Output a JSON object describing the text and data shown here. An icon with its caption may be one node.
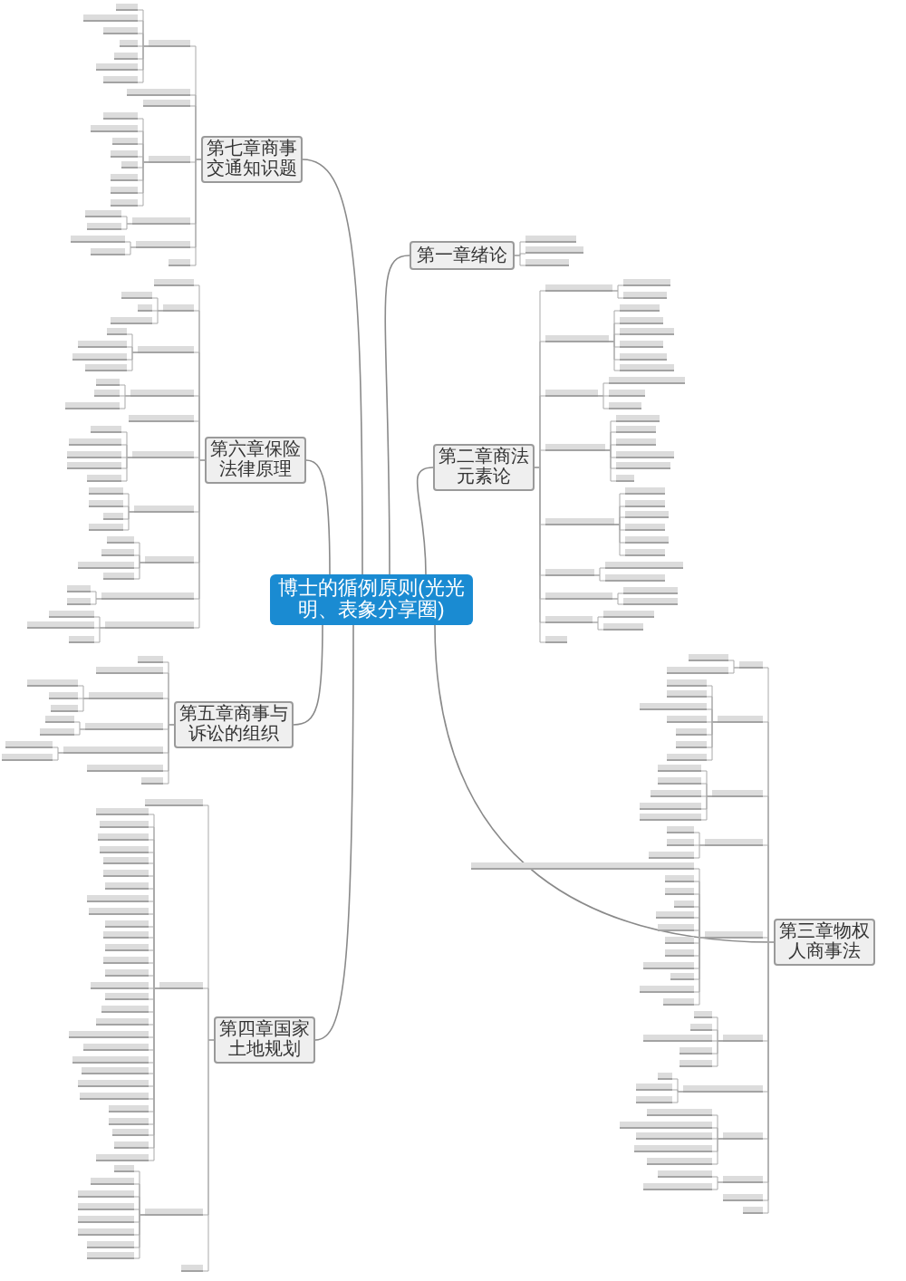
{
  "diagram": {
    "nodes": [
      {
        "text": [
          "博士的循例原则(光光明、表象分享圈)"
        ]
      },
      {
        "text": [
          "第一章绪论"
        ]
      },
      {
        "text": [],
        "shape": "bar"
      },
      {
        "text": [],
        "shape": "bar"
      },
      {
        "text": [],
        "shape": "bar"
      },
      {
        "text": [
          "第二章商法元素论"
        ]
      },
      {
        "text": [],
        "shape": "bar"
      },
      {
        "text": [],
        "shape": "bar"
      },
      {
        "text": [],
        "shape": "bar"
      },
      {
        "text": [],
        "shape": "bar"
      },
      {
        "text": [],
        "shape": "bar"
      },
      {
        "text": [],
        "shape": "bar"
      },
      {
        "text": [],
        "shape": "bar"
      },
      {
        "text": [],
        "shape": "bar"
      },
      {
        "text": [],
        "shape": "bar"
      },
      {
        "text": [],
        "shape": "bar"
      },
      {
        "text": [],
        "shape": "bar"
      },
      {
        "text": [],
        "shape": "bar"
      },
      {
        "text": [],
        "shape": "bar"
      },
      {
        "text": [],
        "shape": "bar"
      },
      {
        "text": [],
        "shape": "bar"
      },
      {
        "text": [],
        "shape": "bar"
      },
      {
        "text": [],
        "shape": "bar"
      },
      {
        "text": [],
        "shape": "bar"
      },
      {
        "text": [],
        "shape": "bar"
      },
      {
        "text": [],
        "shape": "bar"
      },
      {
        "text": [],
        "shape": "bar"
      },
      {
        "text": [],
        "shape": "bar"
      },
      {
        "text": [],
        "shape": "bar"
      },
      {
        "text": [],
        "shape": "bar"
      },
      {
        "text": [],
        "shape": "bar"
      },
      {
        "text": [],
        "shape": "bar"
      },
      {
        "text": [],
        "shape": "bar"
      },
      {
        "text": [],
        "shape": "bar"
      },
      {
        "text": [],
        "shape": "bar"
      },
      {
        "text": [],
        "shape": "bar"
      },
      {
        "text": [],
        "shape": "bar"
      },
      {
        "text": [],
        "shape": "bar"
      },
      {
        "text": [],
        "shape": "bar"
      },
      {
        "text": [],
        "shape": "bar"
      },
      {
        "text": [],
        "shape": "bar"
      },
      {
        "text": [],
        "shape": "bar"
      },
      {
        "text": [],
        "shape": "bar"
      },
      {
        "text": [],
        "shape": "bar"
      },
      {
        "text": [
          "第三章物权人商事法"
        ]
      },
      {
        "text": [],
        "shape": "bar"
      },
      {
        "text": [],
        "shape": "bar"
      },
      {
        "text": [],
        "shape": "bar"
      },
      {
        "text": [],
        "shape": "bar"
      },
      {
        "text": [],
        "shape": "bar"
      },
      {
        "text": [],
        "shape": "bar"
      },
      {
        "text": [],
        "shape": "bar"
      },
      {
        "text": [],
        "shape": "bar"
      },
      {
        "text": [],
        "shape": "bar"
      },
      {
        "text": [],
        "shape": "bar"
      },
      {
        "text": [],
        "shape": "bar"
      },
      {
        "text": [],
        "shape": "bar"
      },
      {
        "text": [],
        "shape": "bar"
      },
      {
        "text": [],
        "shape": "bar"
      },
      {
        "text": [],
        "shape": "bar"
      },
      {
        "text": [],
        "shape": "bar"
      },
      {
        "text": [],
        "shape": "bar"
      },
      {
        "text": [],
        "shape": "bar"
      },
      {
        "text": [],
        "shape": "bar"
      },
      {
        "text": [],
        "shape": "bar"
      },
      {
        "text": [],
        "shape": "bar"
      },
      {
        "text": [],
        "shape": "bar"
      },
      {
        "text": [],
        "shape": "bar"
      },
      {
        "text": [],
        "shape": "bar"
      },
      {
        "text": [],
        "shape": "bar"
      },
      {
        "text": [],
        "shape": "bar"
      },
      {
        "text": [],
        "shape": "bar"
      },
      {
        "text": [],
        "shape": "bar"
      },
      {
        "text": [],
        "shape": "bar"
      },
      {
        "text": [],
        "shape": "bar"
      },
      {
        "text": [],
        "shape": "bar"
      },
      {
        "text": [],
        "shape": "bar"
      },
      {
        "text": [],
        "shape": "bar"
      },
      {
        "text": [],
        "shape": "bar"
      },
      {
        "text": [],
        "shape": "bar"
      },
      {
        "text": [],
        "shape": "bar"
      },
      {
        "text": [],
        "shape": "bar"
      },
      {
        "text": [],
        "shape": "bar"
      },
      {
        "text": [],
        "shape": "bar"
      },
      {
        "text": [],
        "shape": "bar"
      },
      {
        "text": [],
        "shape": "bar"
      },
      {
        "text": [],
        "shape": "bar"
      },
      {
        "text": [],
        "shape": "bar"
      },
      {
        "text": [],
        "shape": "bar"
      },
      {
        "text": [],
        "shape": "bar"
      },
      {
        "text": [],
        "shape": "bar"
      },
      {
        "text": [],
        "shape": "bar"
      },
      {
        "text": [],
        "shape": "bar"
      },
      {
        "text": [],
        "shape": "bar"
      },
      {
        "text": [],
        "shape": "bar"
      },
      {
        "text": [],
        "shape": "bar"
      },
      {
        "text": [],
        "shape": "bar"
      },
      {
        "text": [],
        "shape": "bar"
      },
      {
        "text": [],
        "shape": "bar"
      },
      {
        "text": [],
        "shape": "bar"
      },
      {
        "text": [
          "第四章国家土地规划"
        ]
      },
      {
        "text": [],
        "shape": "bar"
      },
      {
        "text": [],
        "shape": "bar"
      },
      {
        "text": [],
        "shape": "bar"
      },
      {
        "text": [],
        "shape": "bar"
      },
      {
        "text": [],
        "shape": "bar"
      },
      {
        "text": [],
        "shape": "bar"
      },
      {
        "text": [],
        "shape": "bar"
      },
      {
        "text": [],
        "shape": "bar"
      },
      {
        "text": [],
        "shape": "bar"
      },
      {
        "text": [],
        "shape": "bar"
      },
      {
        "text": [],
        "shape": "bar"
      },
      {
        "text": [],
        "shape": "bar"
      },
      {
        "text": [],
        "shape": "bar"
      },
      {
        "text": [],
        "shape": "bar"
      },
      {
        "text": [],
        "shape": "bar"
      },
      {
        "text": [],
        "shape": "bar"
      },
      {
        "text": [],
        "shape": "bar"
      },
      {
        "text": [],
        "shape": "bar"
      },
      {
        "text": [],
        "shape": "bar"
      },
      {
        "text": [],
        "shape": "bar"
      },
      {
        "text": [],
        "shape": "bar"
      },
      {
        "text": [],
        "shape": "bar"
      },
      {
        "text": [],
        "shape": "bar"
      },
      {
        "text": [],
        "shape": "bar"
      },
      {
        "text": [],
        "shape": "bar"
      },
      {
        "text": [],
        "shape": "bar"
      },
      {
        "text": [],
        "shape": "bar"
      },
      {
        "text": [],
        "shape": "bar"
      },
      {
        "text": [],
        "shape": "bar"
      },
      {
        "text": [],
        "shape": "bar"
      },
      {
        "text": [],
        "shape": "bar"
      },
      {
        "text": [],
        "shape": "bar"
      },
      {
        "text": [],
        "shape": "bar"
      },
      {
        "text": [],
        "shape": "bar"
      },
      {
        "text": [],
        "shape": "bar"
      },
      {
        "text": [],
        "shape": "bar"
      },
      {
        "text": [],
        "shape": "bar"
      },
      {
        "text": [],
        "shape": "bar"
      },
      {
        "text": [],
        "shape": "bar"
      },
      {
        "text": [],
        "shape": "bar"
      },
      {
        "text": [],
        "shape": "bar"
      },
      {
        "text": [
          "第五章商事与诉讼的组织"
        ]
      },
      {
        "text": [],
        "shape": "bar"
      },
      {
        "text": [],
        "shape": "bar"
      },
      {
        "text": [],
        "shape": "bar"
      },
      {
        "text": [],
        "shape": "bar"
      },
      {
        "text": [],
        "shape": "bar"
      },
      {
        "text": [],
        "shape": "bar"
      },
      {
        "text": [],
        "shape": "bar"
      },
      {
        "text": [],
        "shape": "bar"
      },
      {
        "text": [],
        "shape": "bar"
      },
      {
        "text": [],
        "shape": "bar"
      },
      {
        "text": [],
        "shape": "bar"
      },
      {
        "text": [],
        "shape": "bar"
      },
      {
        "text": [],
        "shape": "bar"
      },
      {
        "text": [],
        "shape": "bar"
      },
      {
        "text": [
          "第六章保险法律原理"
        ]
      },
      {
        "text": [],
        "shape": "bar"
      },
      {
        "text": [],
        "shape": "bar"
      },
      {
        "text": [],
        "shape": "bar"
      },
      {
        "text": [],
        "shape": "bar"
      },
      {
        "text": [],
        "shape": "bar"
      },
      {
        "text": [],
        "shape": "bar"
      },
      {
        "text": [],
        "shape": "bar"
      },
      {
        "text": [],
        "shape": "bar"
      },
      {
        "text": [],
        "shape": "bar"
      },
      {
        "text": [],
        "shape": "bar"
      },
      {
        "text": [],
        "shape": "bar"
      },
      {
        "text": [],
        "shape": "bar"
      },
      {
        "text": [],
        "shape": "bar"
      },
      {
        "text": [],
        "shape": "bar"
      },
      {
        "text": [],
        "shape": "bar"
      },
      {
        "text": [],
        "shape": "bar"
      },
      {
        "text": [],
        "shape": "bar"
      },
      {
        "text": [],
        "shape": "bar"
      },
      {
        "text": [],
        "shape": "bar"
      },
      {
        "text": [],
        "shape": "bar"
      },
      {
        "text": [],
        "shape": "bar"
      },
      {
        "text": [],
        "shape": "bar"
      },
      {
        "text": [],
        "shape": "bar"
      },
      {
        "text": [],
        "shape": "bar"
      },
      {
        "text": [],
        "shape": "bar"
      },
      {
        "text": [],
        "shape": "bar"
      },
      {
        "text": [],
        "shape": "bar"
      },
      {
        "text": [],
        "shape": "bar"
      },
      {
        "text": [],
        "shape": "bar"
      },
      {
        "text": [],
        "shape": "bar"
      },
      {
        "text": [],
        "shape": "bar"
      },
      {
        "text": [],
        "shape": "bar"
      },
      {
        "text": [],
        "shape": "bar"
      },
      {
        "text": [],
        "shape": "bar"
      },
      {
        "text": [],
        "shape": "bar"
      },
      {
        "text": [],
        "shape": "bar"
      },
      {
        "text": [],
        "shape": "bar"
      },
      {
        "text": [],
        "shape": "bar"
      },
      {
        "text": [
          "第七章商事交通知识题"
        ]
      },
      {
        "text": [],
        "shape": "bar"
      },
      {
        "text": [],
        "shape": "bar"
      },
      {
        "text": [],
        "shape": "bar"
      },
      {
        "text": [],
        "shape": "bar"
      },
      {
        "text": [],
        "shape": "bar"
      },
      {
        "text": [],
        "shape": "bar"
      },
      {
        "text": [],
        "shape": "bar"
      },
      {
        "text": [],
        "shape": "bar"
      },
      {
        "text": [],
        "shape": "bar"
      },
      {
        "text": [],
        "shape": "bar"
      },
      {
        "text": [],
        "shape": "bar"
      },
      {
        "text": [],
        "shape": "bar"
      },
      {
        "text": [],
        "shape": "bar"
      },
      {
        "text": [],
        "shape": "bar"
      },
      {
        "text": [],
        "shape": "bar"
      },
      {
        "text": [],
        "shape": "bar"
      },
      {
        "text": [],
        "shape": "bar"
      },
      {
        "text": [],
        "shape": "bar"
      },
      {
        "text": [],
        "shape": "bar"
      },
      {
        "text": [],
        "shape": "bar"
      },
      {
        "text": [],
        "shape": "bar"
      },
      {
        "text": [],
        "shape": "bar"
      },
      {
        "text": [],
        "shape": "bar"
      },
      {
        "text": [],
        "shape": "bar"
      },
      {
        "text": [],
        "shape": "bar"
      },
      {
        "text": [],
        "shape": "bar"
      }
    ],
    "edges": [
      {
        "from": 0,
        "to": 1,
        "arrow": "none"
      },
      {
        "from": 1,
        "to": 2,
        "arrow": "none"
      },
      {
        "from": 1,
        "to": 3,
        "arrow": "none"
      },
      {
        "from": 1,
        "to": 4,
        "arrow": "none"
      },
      {
        "from": 0,
        "to": 5,
        "arrow": "none"
      },
      {
        "from": 5,
        "to": 6,
        "arrow": "none"
      },
      {
        "from": 6,
        "to": 7,
        "arrow": "none"
      },
      {
        "from": 6,
        "to": 8,
        "arrow": "none"
      },
      {
        "from": 5,
        "to": 9,
        "arrow": "none"
      },
      {
        "from": 9,
        "to": 10,
        "arrow": "none"
      },
      {
        "from": 9,
        "to": 11,
        "arrow": "none"
      },
      {
        "from": 9,
        "to": 12,
        "arrow": "none"
      },
      {
        "from": 9,
        "to": 13,
        "arrow": "none"
      },
      {
        "from": 9,
        "to": 14,
        "arrow": "none"
      },
      {
        "from": 9,
        "to": 15,
        "arrow": "none"
      },
      {
        "from": 5,
        "to": 16,
        "arrow": "none"
      },
      {
        "from": 16,
        "to": 17,
        "arrow": "none"
      },
      {
        "from": 16,
        "to": 18,
        "arrow": "none"
      },
      {
        "from": 16,
        "to": 19,
        "arrow": "none"
      },
      {
        "from": 5,
        "to": 20,
        "arrow": "none"
      },
      {
        "from": 20,
        "to": 21,
        "arrow": "none"
      },
      {
        "from": 20,
        "to": 22,
        "arrow": "none"
      },
      {
        "from": 20,
        "to": 23,
        "arrow": "none"
      },
      {
        "from": 20,
        "to": 24,
        "arrow": "none"
      },
      {
        "from": 20,
        "to": 25,
        "arrow": "none"
      },
      {
        "from": 20,
        "to": 26,
        "arrow": "none"
      },
      {
        "from": 5,
        "to": 27,
        "arrow": "none"
      },
      {
        "from": 27,
        "to": 28,
        "arrow": "none"
      },
      {
        "from": 27,
        "to": 29,
        "arrow": "none"
      },
      {
        "from": 27,
        "to": 30,
        "arrow": "none"
      },
      {
        "from": 27,
        "to": 31,
        "arrow": "none"
      },
      {
        "from": 27,
        "to": 32,
        "arrow": "none"
      },
      {
        "from": 27,
        "to": 33,
        "arrow": "none"
      },
      {
        "from": 5,
        "to": 34,
        "arrow": "none"
      },
      {
        "from": 34,
        "to": 35,
        "arrow": "none"
      },
      {
        "from": 34,
        "to": 36,
        "arrow": "none"
      },
      {
        "from": 5,
        "to": 37,
        "arrow": "none"
      },
      {
        "from": 37,
        "to": 38,
        "arrow": "none"
      },
      {
        "from": 37,
        "to": 39,
        "arrow": "none"
      },
      {
        "from": 5,
        "to": 40,
        "arrow": "none"
      },
      {
        "from": 40,
        "to": 41,
        "arrow": "none"
      },
      {
        "from": 40,
        "to": 42,
        "arrow": "none"
      },
      {
        "from": 5,
        "to": 43,
        "arrow": "none"
      },
      {
        "from": 0,
        "to": 44,
        "arrow": "none"
      },
      {
        "from": 44,
        "to": 45,
        "arrow": "none"
      },
      {
        "from": 45,
        "to": 46,
        "arrow": "none"
      },
      {
        "from": 45,
        "to": 47,
        "arrow": "none"
      },
      {
        "from": 44,
        "to": 48,
        "arrow": "none"
      },
      {
        "from": 48,
        "to": 49,
        "arrow": "none"
      },
      {
        "from": 48,
        "to": 50,
        "arrow": "none"
      },
      {
        "from": 48,
        "to": 51,
        "arrow": "none"
      },
      {
        "from": 48,
        "to": 52,
        "arrow": "none"
      },
      {
        "from": 48,
        "to": 53,
        "arrow": "none"
      },
      {
        "from": 48,
        "to": 54,
        "arrow": "none"
      },
      {
        "from": 48,
        "to": 55,
        "arrow": "none"
      },
      {
        "from": 44,
        "to": 56,
        "arrow": "none"
      },
      {
        "from": 56,
        "to": 57,
        "arrow": "none"
      },
      {
        "from": 56,
        "to": 58,
        "arrow": "none"
      },
      {
        "from": 56,
        "to": 59,
        "arrow": "none"
      },
      {
        "from": 56,
        "to": 60,
        "arrow": "none"
      },
      {
        "from": 56,
        "to": 61,
        "arrow": "none"
      },
      {
        "from": 44,
        "to": 62,
        "arrow": "none"
      },
      {
        "from": 62,
        "to": 63,
        "arrow": "none"
      },
      {
        "from": 62,
        "to": 64,
        "arrow": "none"
      },
      {
        "from": 62,
        "to": 65,
        "arrow": "none"
      },
      {
        "from": 44,
        "to": 66,
        "arrow": "none"
      },
      {
        "from": 66,
        "to": 67,
        "arrow": "none"
      },
      {
        "from": 66,
        "to": 68,
        "arrow": "none"
      },
      {
        "from": 66,
        "to": 69,
        "arrow": "none"
      },
      {
        "from": 66,
        "to": 70,
        "arrow": "none"
      },
      {
        "from": 66,
        "to": 71,
        "arrow": "none"
      },
      {
        "from": 66,
        "to": 72,
        "arrow": "none"
      },
      {
        "from": 66,
        "to": 73,
        "arrow": "none"
      },
      {
        "from": 66,
        "to": 74,
        "arrow": "none"
      },
      {
        "from": 66,
        "to": 75,
        "arrow": "none"
      },
      {
        "from": 66,
        "to": 76,
        "arrow": "none"
      },
      {
        "from": 66,
        "to": 77,
        "arrow": "none"
      },
      {
        "from": 66,
        "to": 78,
        "arrow": "none"
      },
      {
        "from": 44,
        "to": 79,
        "arrow": "none"
      },
      {
        "from": 79,
        "to": 80,
        "arrow": "none"
      },
      {
        "from": 79,
        "to": 81,
        "arrow": "none"
      },
      {
        "from": 79,
        "to": 82,
        "arrow": "none"
      },
      {
        "from": 79,
        "to": 83,
        "arrow": "none"
      },
      {
        "from": 79,
        "to": 84,
        "arrow": "none"
      },
      {
        "from": 44,
        "to": 85,
        "arrow": "none"
      },
      {
        "from": 85,
        "to": 86,
        "arrow": "none"
      },
      {
        "from": 85,
        "to": 87,
        "arrow": "none"
      },
      {
        "from": 85,
        "to": 88,
        "arrow": "none"
      },
      {
        "from": 44,
        "to": 89,
        "arrow": "none"
      },
      {
        "from": 89,
        "to": 90,
        "arrow": "none"
      },
      {
        "from": 89,
        "to": 91,
        "arrow": "none"
      },
      {
        "from": 89,
        "to": 92,
        "arrow": "none"
      },
      {
        "from": 89,
        "to": 93,
        "arrow": "none"
      },
      {
        "from": 89,
        "to": 94,
        "arrow": "none"
      },
      {
        "from": 44,
        "to": 95,
        "arrow": "none"
      },
      {
        "from": 95,
        "to": 96,
        "arrow": "none"
      },
      {
        "from": 95,
        "to": 97,
        "arrow": "none"
      },
      {
        "from": 44,
        "to": 98,
        "arrow": "none"
      },
      {
        "from": 44,
        "to": 99,
        "arrow": "none"
      },
      {
        "from": 0,
        "to": 100,
        "arrow": "none"
      },
      {
        "from": 100,
        "to": 101,
        "arrow": "none"
      },
      {
        "from": 100,
        "to": 102,
        "arrow": "none"
      },
      {
        "from": 102,
        "to": 103,
        "arrow": "none"
      },
      {
        "from": 102,
        "to": 104,
        "arrow": "none"
      },
      {
        "from": 102,
        "to": 105,
        "arrow": "none"
      },
      {
        "from": 102,
        "to": 106,
        "arrow": "none"
      },
      {
        "from": 102,
        "to": 107,
        "arrow": "none"
      },
      {
        "from": 102,
        "to": 108,
        "arrow": "none"
      },
      {
        "from": 102,
        "to": 109,
        "arrow": "none"
      },
      {
        "from": 102,
        "to": 110,
        "arrow": "none"
      },
      {
        "from": 102,
        "to": 111,
        "arrow": "none"
      },
      {
        "from": 102,
        "to": 112,
        "arrow": "none"
      },
      {
        "from": 102,
        "to": 113,
        "arrow": "none"
      },
      {
        "from": 102,
        "to": 114,
        "arrow": "none"
      },
      {
        "from": 102,
        "to": 115,
        "arrow": "none"
      },
      {
        "from": 102,
        "to": 116,
        "arrow": "none"
      },
      {
        "from": 102,
        "to": 117,
        "arrow": "none"
      },
      {
        "from": 102,
        "to": 118,
        "arrow": "none"
      },
      {
        "from": 102,
        "to": 119,
        "arrow": "none"
      },
      {
        "from": 102,
        "to": 120,
        "arrow": "none"
      },
      {
        "from": 102,
        "to": 121,
        "arrow": "none"
      },
      {
        "from": 102,
        "to": 122,
        "arrow": "none"
      },
      {
        "from": 102,
        "to": 123,
        "arrow": "none"
      },
      {
        "from": 102,
        "to": 124,
        "arrow": "none"
      },
      {
        "from": 102,
        "to": 125,
        "arrow": "none"
      },
      {
        "from": 102,
        "to": 126,
        "arrow": "none"
      },
      {
        "from": 102,
        "to": 127,
        "arrow": "none"
      },
      {
        "from": 102,
        "to": 128,
        "arrow": "none"
      },
      {
        "from": 102,
        "to": 129,
        "arrow": "none"
      },
      {
        "from": 102,
        "to": 130,
        "arrow": "none"
      },
      {
        "from": 102,
        "to": 131,
        "arrow": "none"
      },
      {
        "from": 100,
        "to": 132,
        "arrow": "none"
      },
      {
        "from": 132,
        "to": 133,
        "arrow": "none"
      },
      {
        "from": 132,
        "to": 134,
        "arrow": "none"
      },
      {
        "from": 132,
        "to": 135,
        "arrow": "none"
      },
      {
        "from": 132,
        "to": 136,
        "arrow": "none"
      },
      {
        "from": 132,
        "to": 137,
        "arrow": "none"
      },
      {
        "from": 132,
        "to": 138,
        "arrow": "none"
      },
      {
        "from": 132,
        "to": 139,
        "arrow": "none"
      },
      {
        "from": 132,
        "to": 140,
        "arrow": "none"
      },
      {
        "from": 100,
        "to": 141,
        "arrow": "none"
      },
      {
        "from": 0,
        "to": 142,
        "arrow": "none"
      },
      {
        "from": 142,
        "to": 143,
        "arrow": "none"
      },
      {
        "from": 142,
        "to": 144,
        "arrow": "none"
      },
      {
        "from": 142,
        "to": 145,
        "arrow": "none"
      },
      {
        "from": 145,
        "to": 146,
        "arrow": "none"
      },
      {
        "from": 145,
        "to": 147,
        "arrow": "none"
      },
      {
        "from": 145,
        "to": 148,
        "arrow": "none"
      },
      {
        "from": 142,
        "to": 149,
        "arrow": "none"
      },
      {
        "from": 149,
        "to": 150,
        "arrow": "none"
      },
      {
        "from": 149,
        "to": 151,
        "arrow": "none"
      },
      {
        "from": 142,
        "to": 152,
        "arrow": "none"
      },
      {
        "from": 152,
        "to": 153,
        "arrow": "none"
      },
      {
        "from": 152,
        "to": 154,
        "arrow": "none"
      },
      {
        "from": 142,
        "to": 155,
        "arrow": "none"
      },
      {
        "from": 142,
        "to": 156,
        "arrow": "none"
      },
      {
        "from": 0,
        "to": 157,
        "arrow": "none"
      },
      {
        "from": 157,
        "to": 158,
        "arrow": "none"
      },
      {
        "from": 157,
        "to": 159,
        "arrow": "none"
      },
      {
        "from": 159,
        "to": 160,
        "arrow": "none"
      },
      {
        "from": 159,
        "to": 161,
        "arrow": "none"
      },
      {
        "from": 159,
        "to": 162,
        "arrow": "none"
      },
      {
        "from": 157,
        "to": 163,
        "arrow": "none"
      },
      {
        "from": 163,
        "to": 164,
        "arrow": "none"
      },
      {
        "from": 163,
        "to": 165,
        "arrow": "none"
      },
      {
        "from": 163,
        "to": 166,
        "arrow": "none"
      },
      {
        "from": 163,
        "to": 167,
        "arrow": "none"
      },
      {
        "from": 157,
        "to": 168,
        "arrow": "none"
      },
      {
        "from": 168,
        "to": 169,
        "arrow": "none"
      },
      {
        "from": 168,
        "to": 170,
        "arrow": "none"
      },
      {
        "from": 168,
        "to": 171,
        "arrow": "none"
      },
      {
        "from": 157,
        "to": 172,
        "arrow": "none"
      },
      {
        "from": 157,
        "to": 173,
        "arrow": "none"
      },
      {
        "from": 173,
        "to": 174,
        "arrow": "none"
      },
      {
        "from": 173,
        "to": 175,
        "arrow": "none"
      },
      {
        "from": 173,
        "to": 176,
        "arrow": "none"
      },
      {
        "from": 173,
        "to": 177,
        "arrow": "none"
      },
      {
        "from": 173,
        "to": 178,
        "arrow": "none"
      },
      {
        "from": 157,
        "to": 179,
        "arrow": "none"
      },
      {
        "from": 179,
        "to": 180,
        "arrow": "none"
      },
      {
        "from": 179,
        "to": 181,
        "arrow": "none"
      },
      {
        "from": 179,
        "to": 182,
        "arrow": "none"
      },
      {
        "from": 179,
        "to": 183,
        "arrow": "none"
      },
      {
        "from": 157,
        "to": 184,
        "arrow": "none"
      },
      {
        "from": 184,
        "to": 185,
        "arrow": "none"
      },
      {
        "from": 184,
        "to": 186,
        "arrow": "none"
      },
      {
        "from": 184,
        "to": 187,
        "arrow": "none"
      },
      {
        "from": 184,
        "to": 188,
        "arrow": "none"
      },
      {
        "from": 157,
        "to": 189,
        "arrow": "none"
      },
      {
        "from": 189,
        "to": 190,
        "arrow": "none"
      },
      {
        "from": 189,
        "to": 191,
        "arrow": "none"
      },
      {
        "from": 157,
        "to": 192,
        "arrow": "none"
      },
      {
        "from": 192,
        "to": 193,
        "arrow": "none"
      },
      {
        "from": 192,
        "to": 194,
        "arrow": "none"
      },
      {
        "from": 192,
        "to": 195,
        "arrow": "none"
      },
      {
        "from": 0,
        "to": 196,
        "arrow": "none"
      },
      {
        "from": 196,
        "to": 197,
        "arrow": "none"
      },
      {
        "from": 197,
        "to": 198,
        "arrow": "none"
      },
      {
        "from": 197,
        "to": 199,
        "arrow": "none"
      },
      {
        "from": 197,
        "to": 200,
        "arrow": "none"
      },
      {
        "from": 197,
        "to": 201,
        "arrow": "none"
      },
      {
        "from": 197,
        "to": 202,
        "arrow": "none"
      },
      {
        "from": 197,
        "to": 203,
        "arrow": "none"
      },
      {
        "from": 197,
        "to": 204,
        "arrow": "none"
      },
      {
        "from": 196,
        "to": 205,
        "arrow": "none"
      },
      {
        "from": 196,
        "to": 206,
        "arrow": "none"
      },
      {
        "from": 196,
        "to": 207,
        "arrow": "none"
      },
      {
        "from": 207,
        "to": 208,
        "arrow": "none"
      },
      {
        "from": 207,
        "to": 209,
        "arrow": "none"
      },
      {
        "from": 207,
        "to": 210,
        "arrow": "none"
      },
      {
        "from": 207,
        "to": 211,
        "arrow": "none"
      },
      {
        "from": 207,
        "to": 212,
        "arrow": "none"
      },
      {
        "from": 207,
        "to": 213,
        "arrow": "none"
      },
      {
        "from": 207,
        "to": 214,
        "arrow": "none"
      },
      {
        "from": 207,
        "to": 215,
        "arrow": "none"
      },
      {
        "from": 196,
        "to": 216,
        "arrow": "none"
      },
      {
        "from": 216,
        "to": 217,
        "arrow": "none"
      },
      {
        "from": 216,
        "to": 218,
        "arrow": "none"
      },
      {
        "from": 196,
        "to": 219,
        "arrow": "none"
      },
      {
        "from": 219,
        "to": 220,
        "arrow": "none"
      },
      {
        "from": 219,
        "to": 221,
        "arrow": "none"
      },
      {
        "from": 196,
        "to": 222,
        "arrow": "none"
      }
    ]
  }
}
